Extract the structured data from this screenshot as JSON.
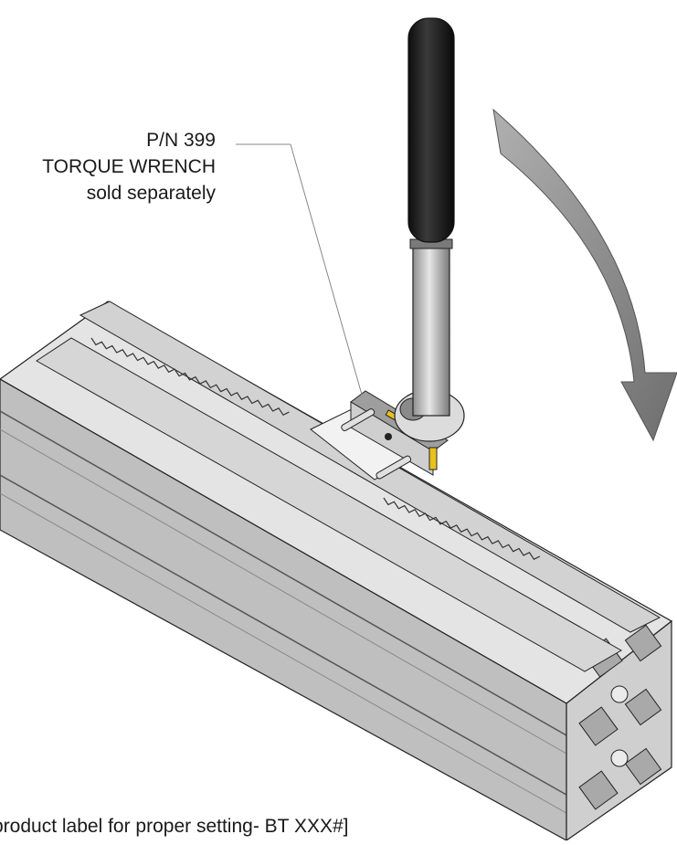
{
  "callout": {
    "part_number": "P/N 399",
    "name": "TORQUE WRENCH",
    "note": "sold separately"
  },
  "footer_note": "product label for proper setting- BT XXX#]",
  "colors": {
    "extrusion_fill": "#d9d9d9",
    "extrusion_dark": "#9a9a9a",
    "belt_fill": "#c8c8c8",
    "handle_grip": "#1b1b1b",
    "shaft": "#bdbdbd",
    "arrow": "#8a8a8a",
    "accent_yellow": "#e8c21a",
    "outline": "#222222"
  }
}
